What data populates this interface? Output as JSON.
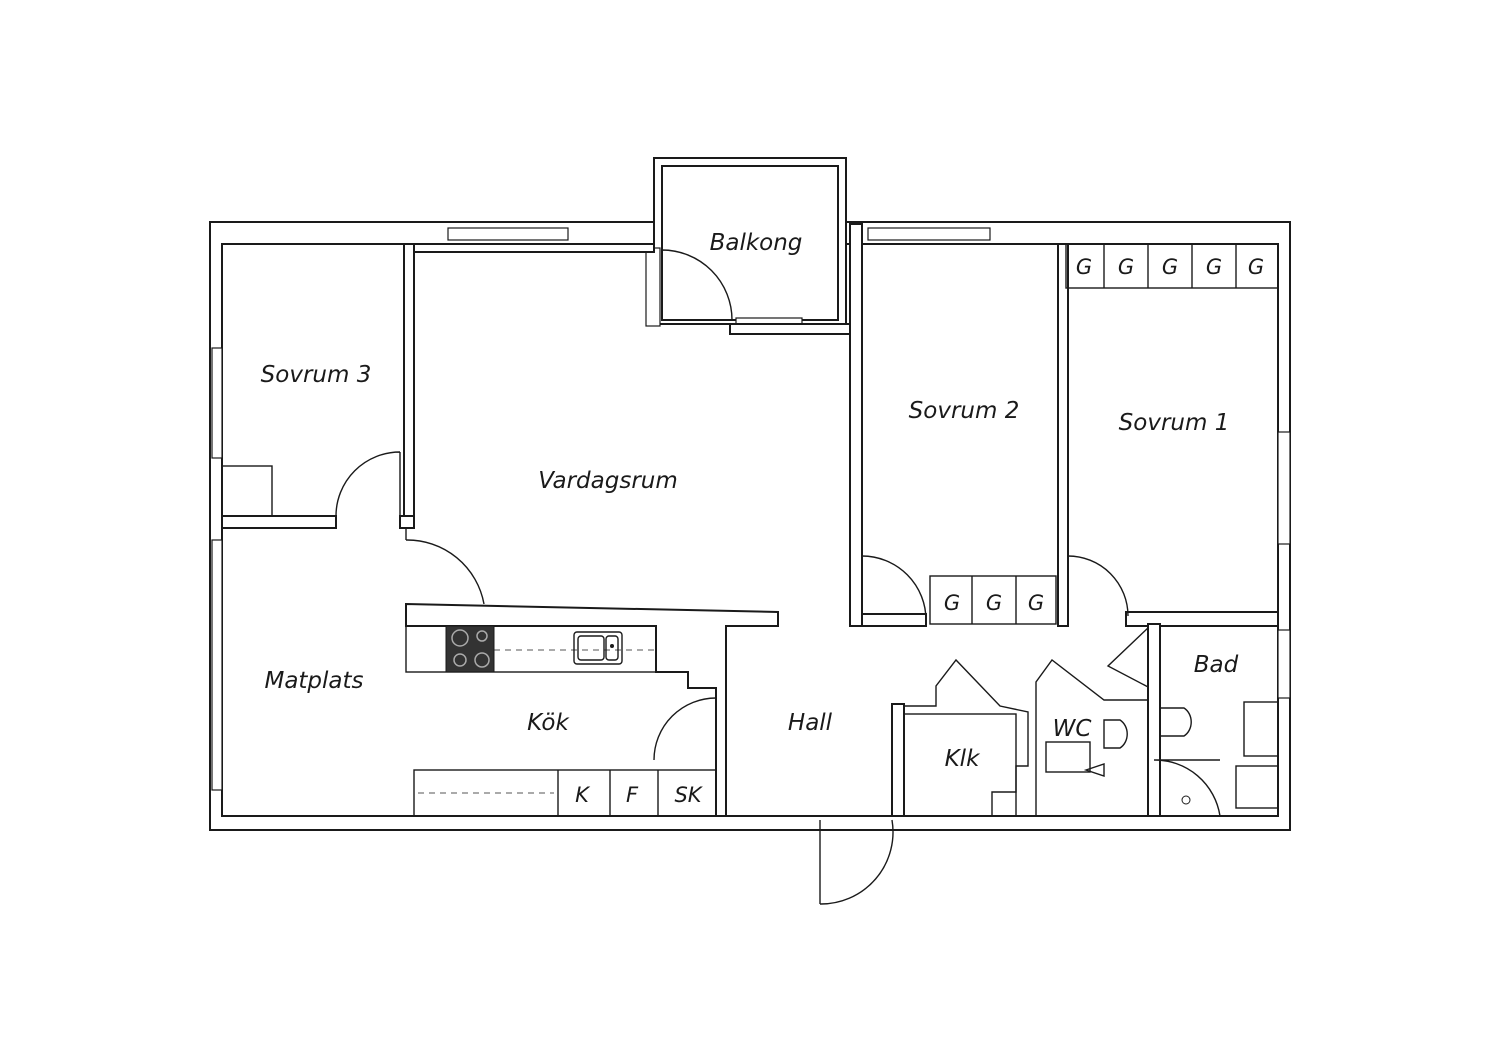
{
  "rooms": {
    "balkong": "Balkong",
    "sovrum3": "Sovrum 3",
    "vardagsrum": "Vardagsrum",
    "sovrum2": "Sovrum 2",
    "sovrum1": "Sovrum 1",
    "matplats": "Matplats",
    "kok": "Kök",
    "hall": "Hall",
    "klk": "Klk",
    "wc": "WC",
    "bad": "Bad"
  },
  "marks": {
    "wardrobe": "G",
    "fridge": "K",
    "freezer": "F",
    "cabinet": "SK"
  },
  "colors": {
    "line": "#1a1a1a",
    "stove": "#333333"
  }
}
